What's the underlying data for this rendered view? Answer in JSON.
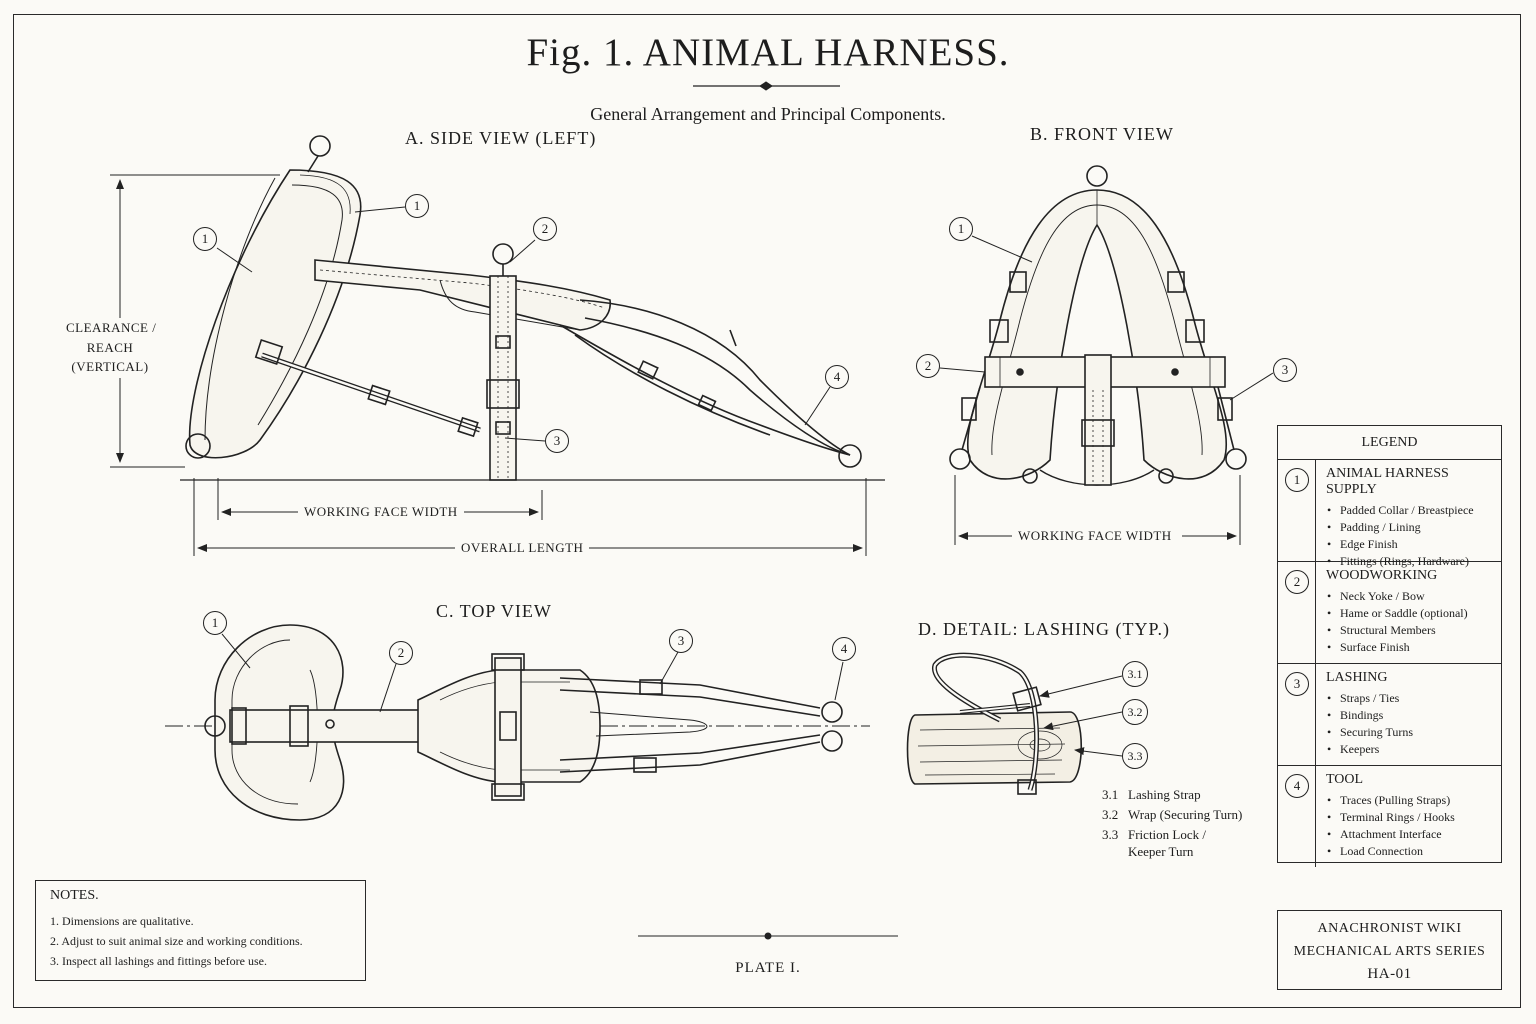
{
  "title": "Fig. 1.  ANIMAL  HARNESS.",
  "subtitle": "General  Arrangement and Principal Components.",
  "views": {
    "side": "A.  SIDE  VIEW  (LEFT)",
    "front": "B.  FRONT VIEW",
    "top": "C.  TOP  VIEW",
    "detail": "D.  DETAIL:  LASHING (TYP.)"
  },
  "dimensions": {
    "clearance_1": "CLEARANCE /",
    "clearance_2": "REACH",
    "clearance_3": "(VERTICAL)",
    "working_face_side": "WORKING FACE WIDTH",
    "overall_length": "OVERALL LENGTH",
    "working_face_front": "WORKING FACE WIDTH"
  },
  "callouts": {
    "one": "1",
    "two": "2",
    "three": "3",
    "four": "4",
    "d31": "3.1",
    "d32": "3.2",
    "d33": "3.3"
  },
  "detail_list": [
    {
      "num": "3.1",
      "text": "Lashing Strap"
    },
    {
      "num": "3.2",
      "text": "Wrap (Securing Turn)"
    },
    {
      "num": "3.3",
      "text": "Friction Lock /"
    },
    {
      "num": "",
      "text": "Keeper Turn"
    }
  ],
  "legend": {
    "header": "LEGEND",
    "sections": [
      {
        "num": "1",
        "title": "ANIMAL HARNESS SUPPLY",
        "items": [
          "Padded Collar / Breastpiece",
          "Padding / Lining",
          "Edge Finish",
          "Fittings (Rings, Hardware)"
        ]
      },
      {
        "num": "2",
        "title": "WOODWORKING",
        "items": [
          "Neck Yoke / Bow",
          "Hame or Saddle (optional)",
          "Structural Members",
          "Surface Finish"
        ]
      },
      {
        "num": "3",
        "title": "LASHING",
        "items": [
          "Straps / Ties",
          "Bindings",
          "Securing Turns",
          "Keepers"
        ]
      },
      {
        "num": "4",
        "title": "TOOL",
        "items": [
          "Traces (Pulling Straps)",
          "Terminal Rings / Hooks",
          "Attachment Interface",
          "Load Connection"
        ]
      }
    ]
  },
  "notes": {
    "header": "NOTES.",
    "items": [
      "1.  Dimensions are qualitative.",
      "2.  Adjust to suit animal size and working conditions.",
      "3.  Inspect all lashings and fittings before use."
    ]
  },
  "plate": "PLATE  I.",
  "series": {
    "line1": "ANACHRONIST WIKI",
    "line2": "MECHANICAL ARTS SERIES",
    "code": "HA-01"
  }
}
